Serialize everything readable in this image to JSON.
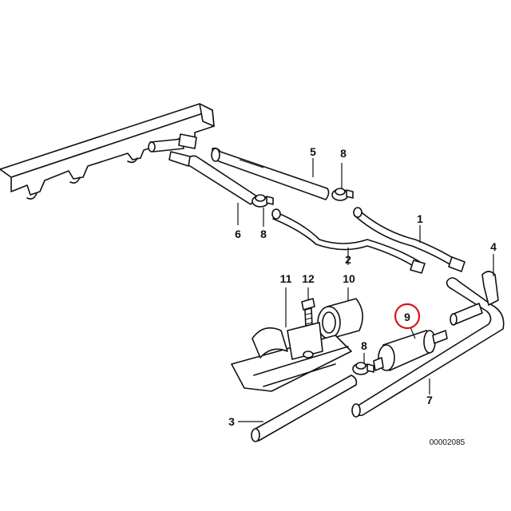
{
  "diagram": {
    "part_numbers": {
      "p1": "1",
      "p2": "2",
      "p3": "3",
      "p4": "4",
      "p5": "5",
      "p6": "6",
      "p7": "7",
      "p8a": "8",
      "p8b": "8",
      "p8c": "8",
      "p9": "9",
      "p10": "10",
      "p11": "11",
      "p12": "12"
    },
    "highlighted_part": "9",
    "highlight_color": "#d9141b",
    "drawing_number": "00002085"
  }
}
